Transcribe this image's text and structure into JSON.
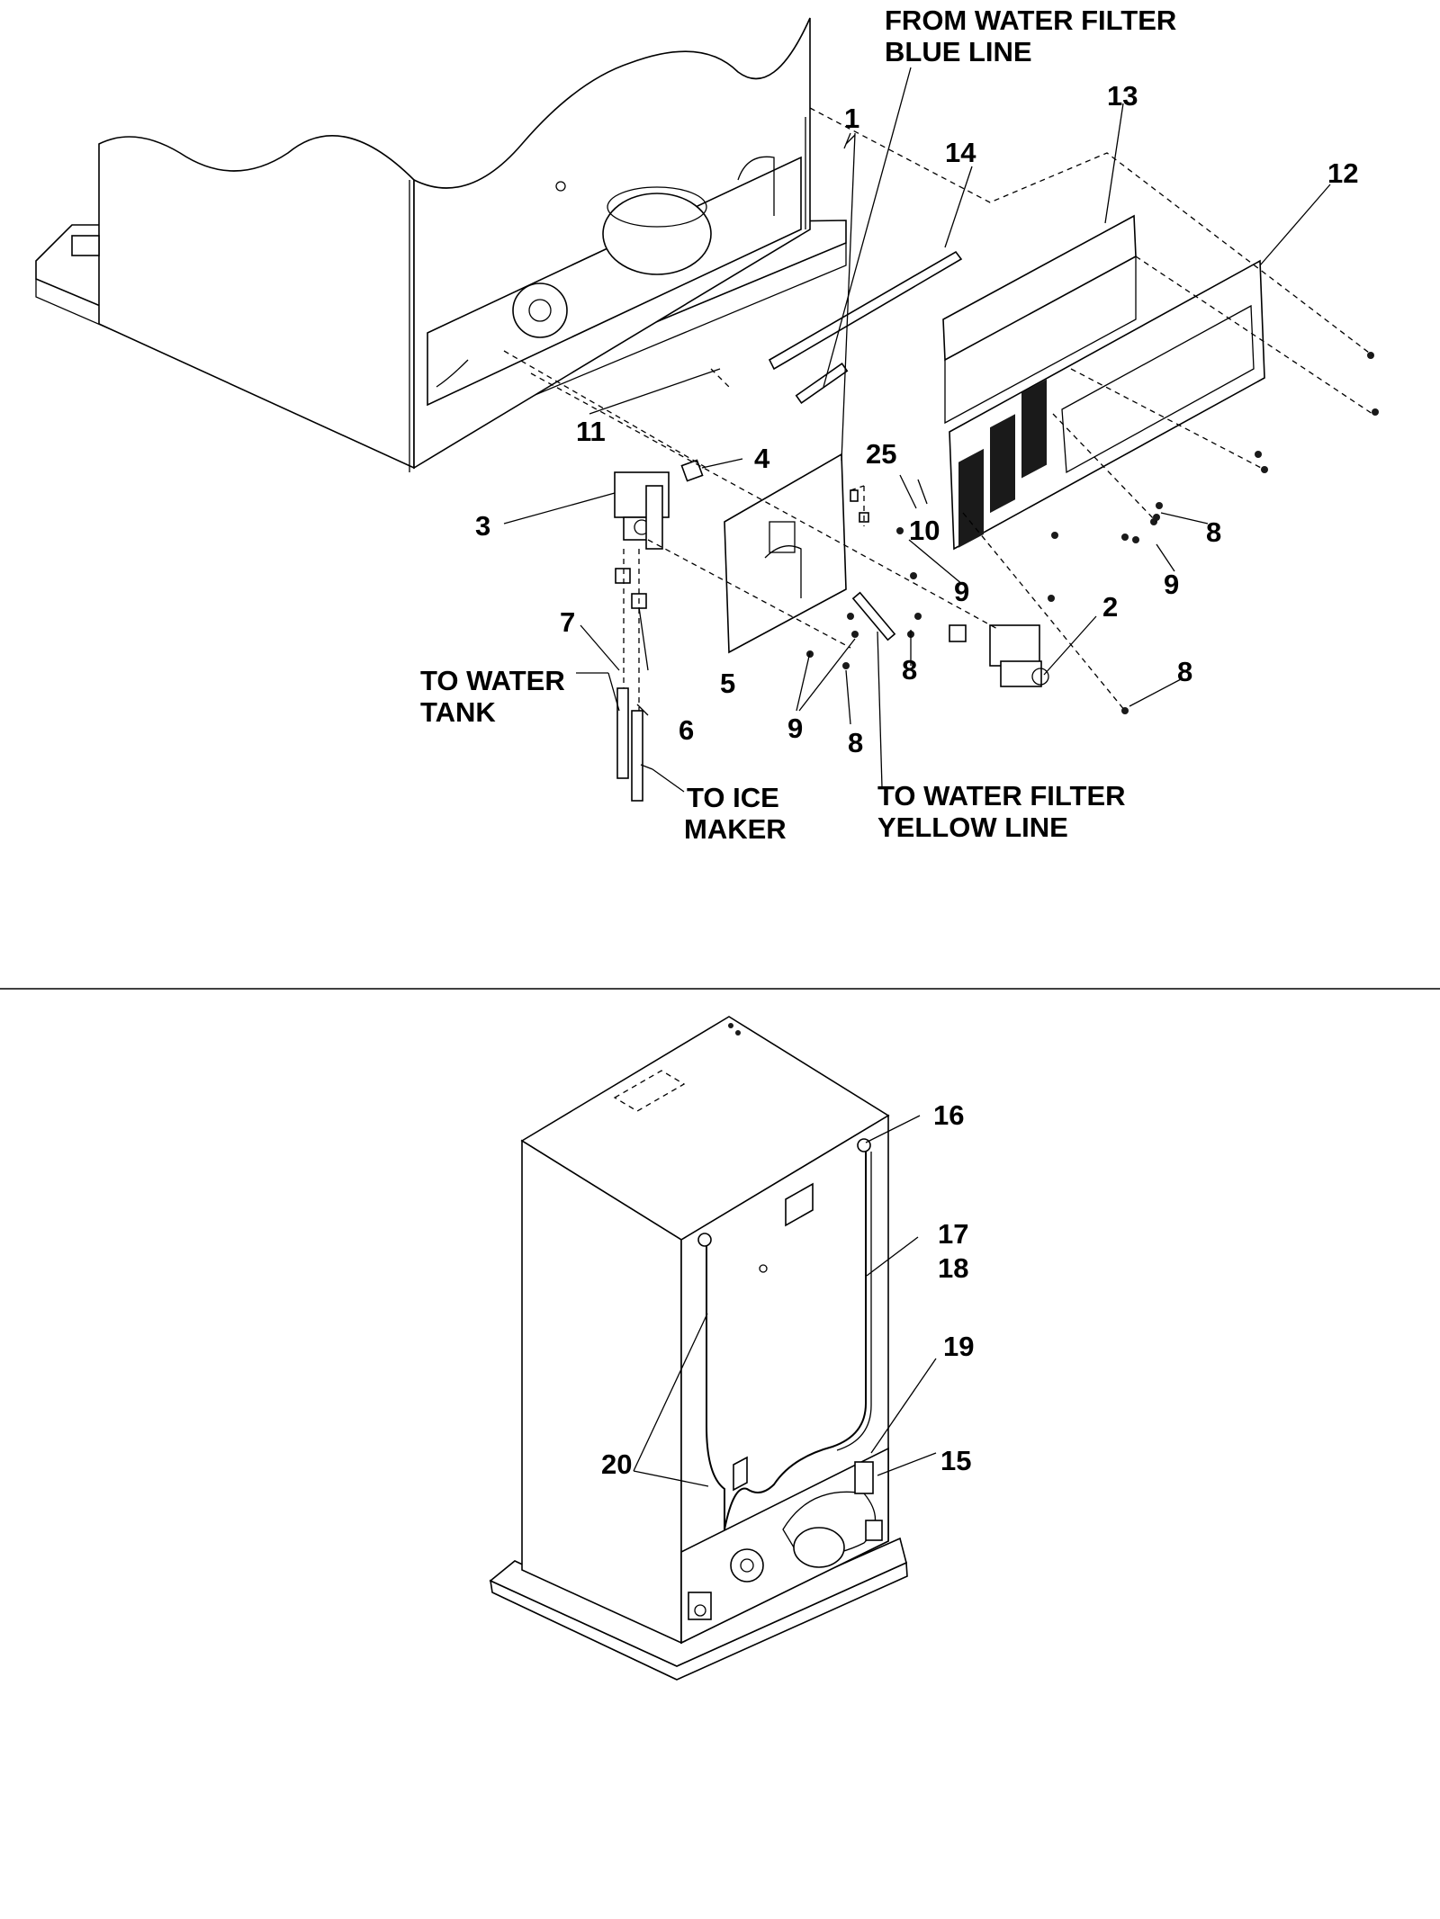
{
  "notes": {
    "from_filter_line1": "FROM WATER FILTER",
    "from_filter_line2": "BLUE LINE",
    "to_tank_line1": "TO WATER",
    "to_tank_line2": "TANK",
    "to_ice_line1": "TO ICE",
    "to_ice_line2": "MAKER",
    "to_filter_line1": "TO WATER FILTER",
    "to_filter_line2": "YELLOW LINE"
  },
  "callouts": {
    "c1": "1",
    "c2": "2",
    "c3": "3",
    "c4": "4",
    "c5": "5",
    "c6": "6",
    "c7": "7",
    "c8a": "8",
    "c8b": "8",
    "c8c": "8",
    "c8d": "8",
    "c9a": "9",
    "c9b": "9",
    "c9c": "9",
    "c10": "10",
    "c11": "11",
    "c12": "12",
    "c13": "13",
    "c14": "14",
    "c15": "15",
    "c16": "16",
    "c17": "17",
    "c18": "18",
    "c19": "19",
    "c20": "20",
    "c25": "25"
  }
}
